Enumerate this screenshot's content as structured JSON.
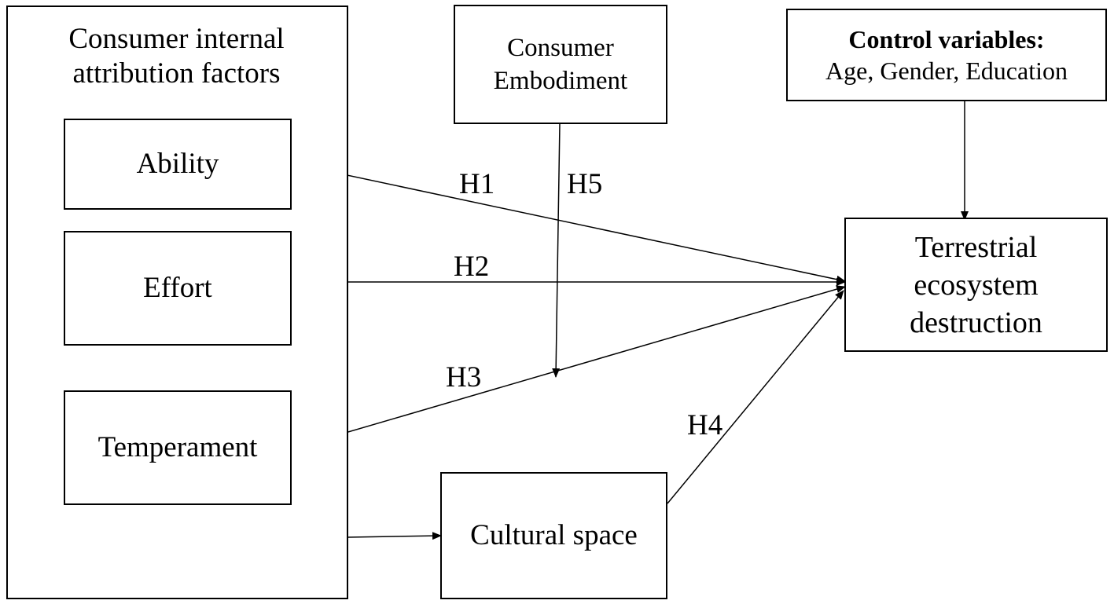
{
  "attribution_group": {
    "title_line1": "Consumer internal",
    "title_line2": "attribution factors",
    "factors": [
      "Ability",
      "Effort",
      "Temperament"
    ]
  },
  "embodiment": {
    "line1": "Consumer",
    "line2": "Embodiment"
  },
  "controls": {
    "title": "Control variables:",
    "items": "Age, Gender, Education"
  },
  "outcome": {
    "line1": "Terrestrial",
    "line2": "ecosystem",
    "line3": "destruction"
  },
  "cultural_space": {
    "label": "Cultural space"
  },
  "hypotheses": {
    "h1": "H1",
    "h2": "H2",
    "h3": "H3",
    "h4": "H4",
    "h5": "H5"
  },
  "colors": {
    "stroke": "#000000",
    "background": "#ffffff"
  }
}
